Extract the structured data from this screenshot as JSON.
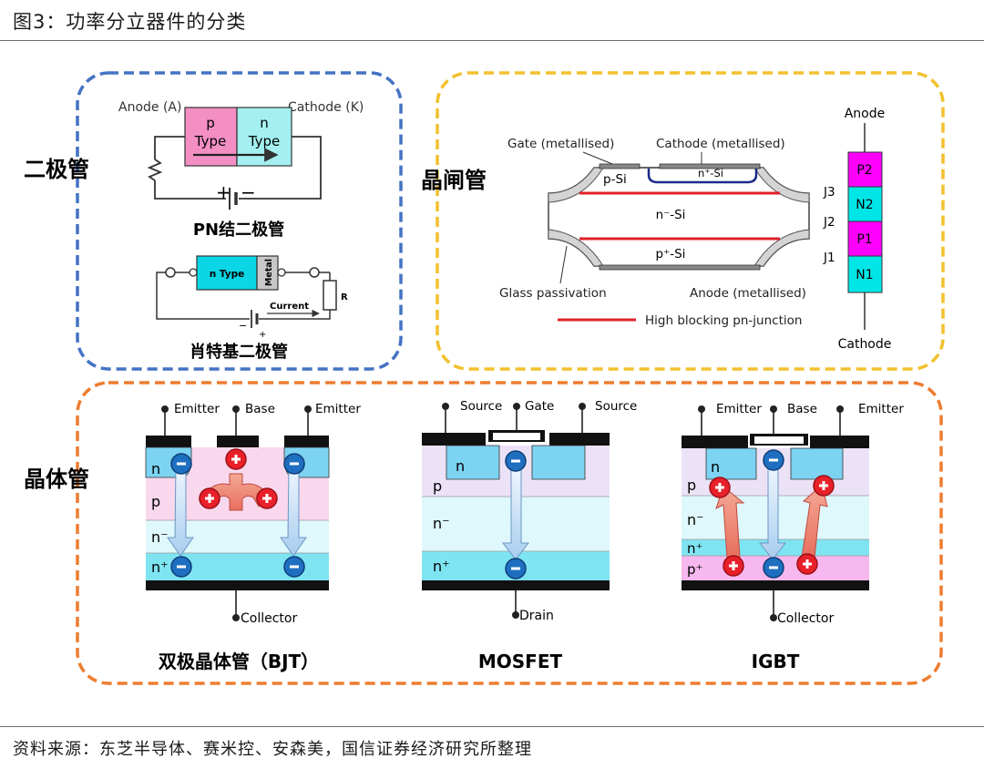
{
  "figure": {
    "title": "图3：功率分立器件的分类",
    "source": "资料来源：东芝半导体、赛米控、安森美，国信证券经济研究所整理"
  },
  "diode_panel": {
    "category": "二极管",
    "pn": {
      "anode": "Anode (A)",
      "cathode": "Cathode (K)",
      "p_letter": "p",
      "p_type": "Type",
      "n_letter": "n",
      "n_type": "Type",
      "plus": "+",
      "minus": "−",
      "caption": "PN结二极管"
    },
    "schottky": {
      "n_type": "n Type",
      "metal": "Metal",
      "current": "Current",
      "resistor": "R",
      "minus": "−",
      "plus": "+",
      "caption": "肖特基二极管"
    }
  },
  "thyristor_panel": {
    "category": "晶闸管",
    "gate_label": "Gate (metallised)",
    "cathode_label": "Cathode (metallised)",
    "n_plus_si": "n⁺-Si",
    "p_si": "p-Si",
    "n_minus_si": "n⁻-Si",
    "p_plus_si": "p⁺-Si",
    "glass": "Glass passivation",
    "anode_label": "Anode (metallised)",
    "legend": "High blocking pn-junction",
    "stack": {
      "anode": "Anode",
      "cathode": "Cathode",
      "layers": [
        "P2",
        "N2",
        "P1",
        "N1"
      ],
      "junctions": [
        "J3",
        "J2",
        "J1"
      ]
    }
  },
  "transistor_panel": {
    "category": "晶体管",
    "bjt": {
      "emitter_left": "Emitter",
      "base": "Base",
      "emitter_right": "Emitter",
      "n": "n",
      "p": "p",
      "n_minus": "n⁻",
      "n_plus": "n⁺",
      "collector": "Collector",
      "caption": "双极晶体管（BJT）"
    },
    "mosfet": {
      "source_left": "Source",
      "gate": "Gate",
      "source_right": "Source",
      "n": "n",
      "p": "p",
      "n_minus": "n⁻",
      "n_plus": "n⁺",
      "drain": "Drain",
      "caption": "MOSFET"
    },
    "igbt": {
      "emitter_left": "Emitter",
      "base": "Base",
      "emitter_right": "Emitter",
      "n": "n",
      "p": "p",
      "n_minus": "n⁻",
      "n_plus": "n⁺",
      "p_plus": "p⁺",
      "collector": "Collector",
      "caption": "IGBT"
    },
    "carrier": {
      "electron": "−",
      "hole": "+"
    }
  },
  "colors": {
    "diode_border": "#4472c4",
    "thyristor_border": "#f2c12e",
    "transistor_border": "#ed7d31",
    "p_pink": "#f48fc4",
    "n_cyan": "#a4f0f0",
    "stack_magenta": "#ff00ff",
    "stack_cyan": "#00e6e6",
    "junction_red": "#e0202a",
    "electron_blue": "#1f6fc0",
    "hole_red": "#e8202a"
  }
}
